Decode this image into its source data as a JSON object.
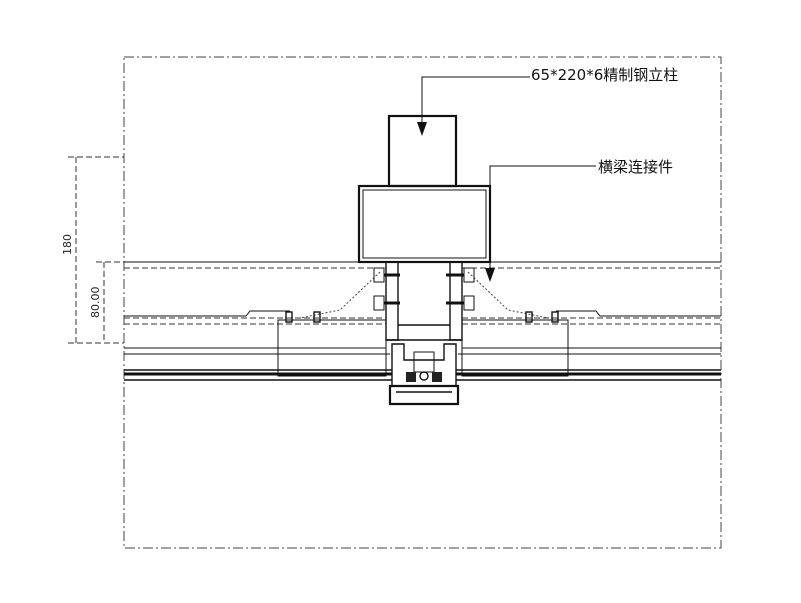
{
  "callouts": {
    "column": "65*220*6精制钢立柱",
    "connector": "横梁连接件"
  },
  "dimensions": {
    "total": "180",
    "partial": "80.00"
  }
}
